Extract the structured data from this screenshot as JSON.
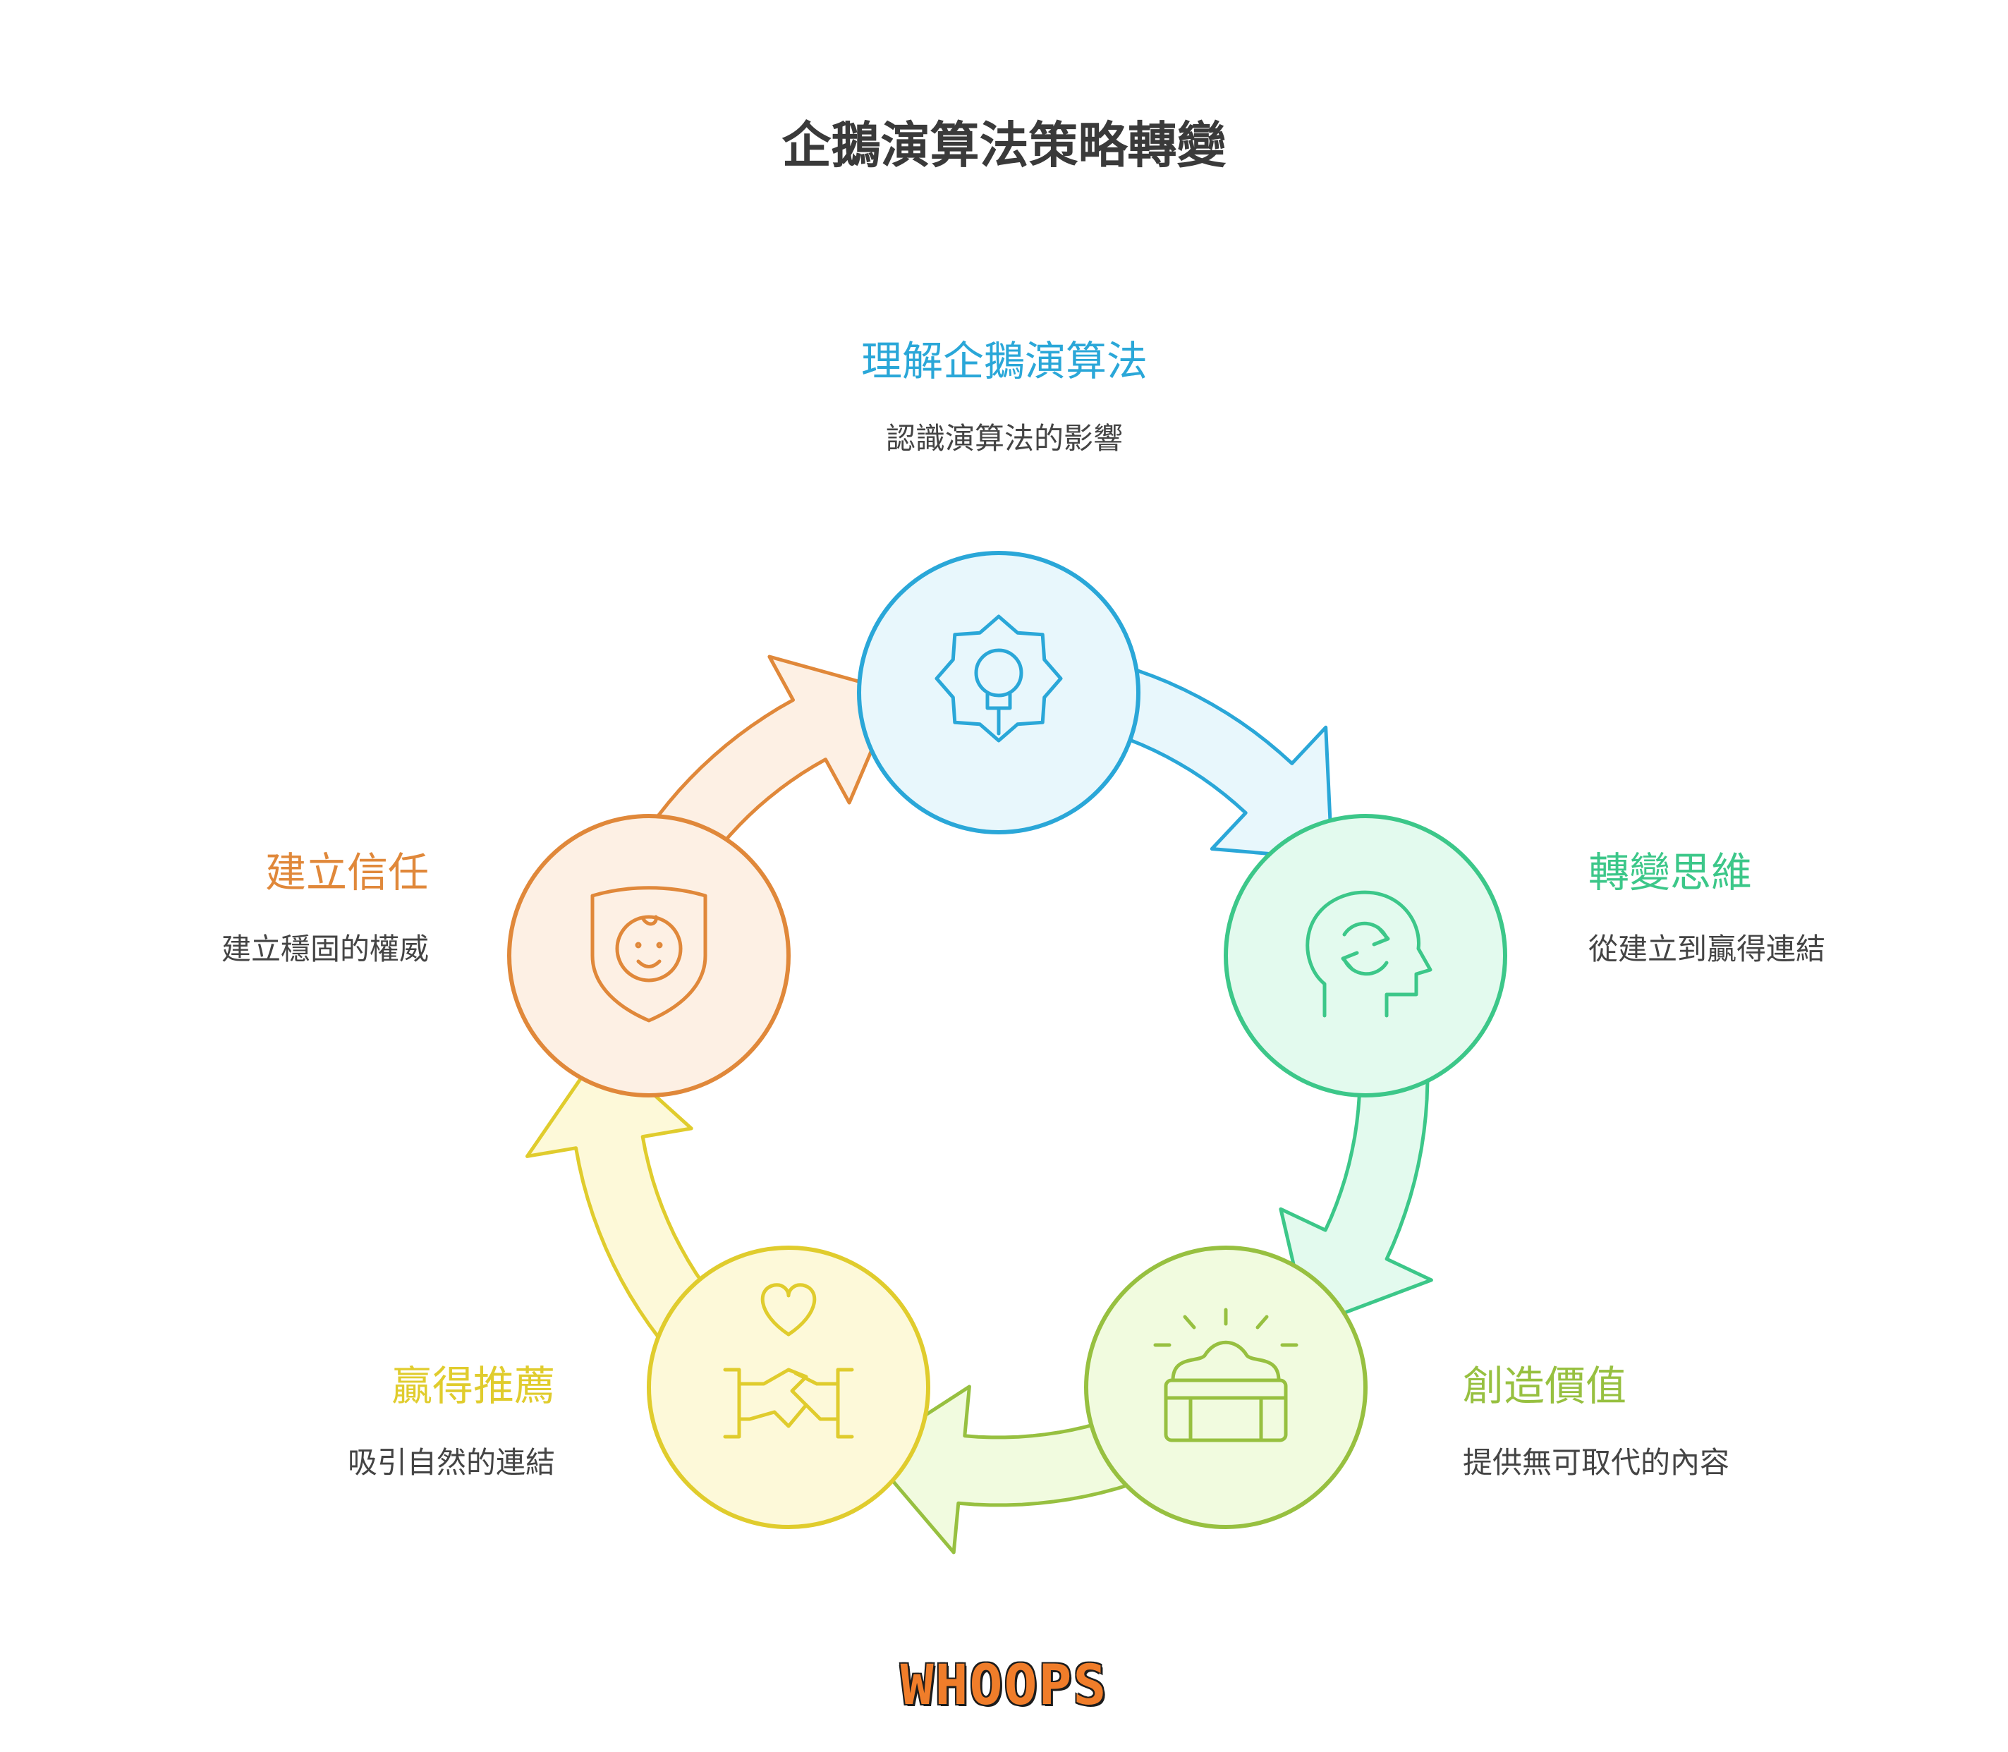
{
  "title": "企鵝演算法策略轉變",
  "colors": {
    "blue": "#2aa7d8",
    "blue_fill": "#e8f7fc",
    "green": "#3cc789",
    "green_fill": "#e3faee",
    "lime": "#97c040",
    "lime_fill": "#f1fbdf",
    "yellow": "#e0cc2d",
    "yellow_fill": "#fdf9d9",
    "orange": "#e0883a",
    "orange_fill": "#fdf0e4"
  },
  "steps": [
    {
      "title": "理解企鵝演算法",
      "desc": "認識演算法的影響",
      "icon": "gear-lightbulb-icon"
    },
    {
      "title": "轉變思維",
      "desc": "從建立到贏得連結",
      "icon": "head-refresh-icon"
    },
    {
      "title": "創造價值",
      "desc": "提供無可取代的內容",
      "icon": "treasure-chest-icon"
    },
    {
      "title": "贏得推薦",
      "desc": "吸引自然的連結",
      "icon": "handshake-heart-icon"
    },
    {
      "title": "建立信任",
      "desc": "建立穩固的權威",
      "icon": "shield-face-icon"
    }
  ],
  "logo": "WHOOPS"
}
